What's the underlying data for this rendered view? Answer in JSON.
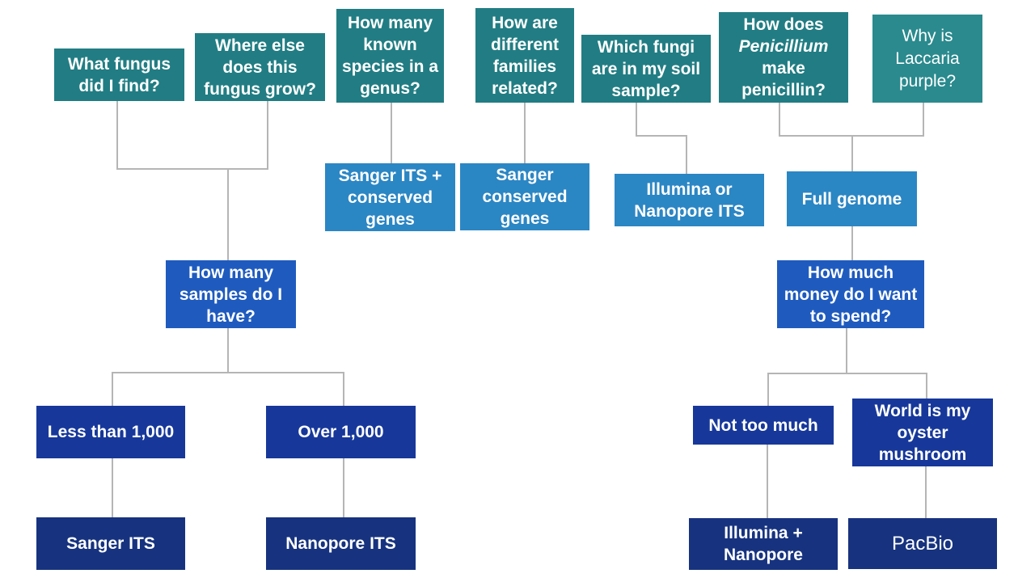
{
  "questions": {
    "what_fungus": "What fungus did I find?",
    "where_else": "Where else does this fungus grow?",
    "how_many_species": "How many known species in a genus?",
    "families_related": "How are different families related?",
    "which_fungi": "Which fungi are in my soil sample?",
    "penicillium_before": "How does",
    "penicillium_italic": "Penicillium",
    "penicillium_after": "make penicillin?",
    "laccaria": "Why is Laccaria purple?"
  },
  "methods": {
    "sanger_its_conserved": "Sanger ITS + conserved genes",
    "sanger_conserved": "Sanger conserved genes",
    "illumina_nanopore_its": "Illumina or Nanopore ITS",
    "full_genome": "Full genome"
  },
  "decisions": {
    "how_many_samples": "How many samples do I have?",
    "how_much_money": "How much money do I want to spend?"
  },
  "options": {
    "less_than_1000": "Less than 1,000",
    "over_1000": "Over 1,000",
    "not_too_much": "Not too much",
    "world_oyster": "World is my oyster mushroom"
  },
  "outcomes": {
    "sanger_its": "Sanger ITS",
    "nanopore_its": "Nanopore ITS",
    "illumina_nanopore": "Illumina + Nanopore",
    "pacbio": "PacBio"
  },
  "colors": {
    "question": "#217d83",
    "method": "#2b86c4",
    "decision": "#1f5bbf",
    "option": "#17389a",
    "outcome": "#17337f",
    "connector": "#b5b5b5"
  }
}
